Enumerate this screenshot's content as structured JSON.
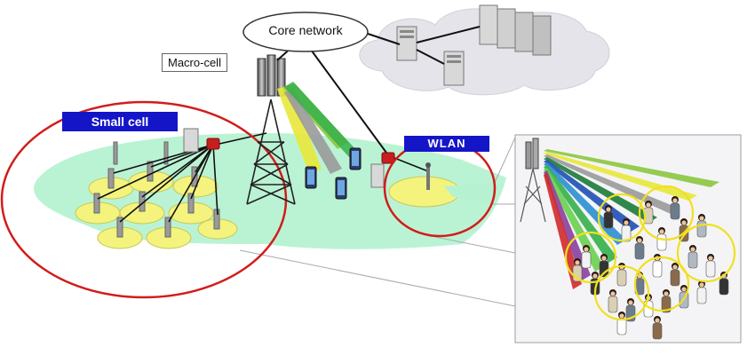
{
  "labels": {
    "core_network": "Core network",
    "macro_cell": "Macro-cell",
    "small_cell": "Small cell",
    "wlan": "WLAN"
  },
  "colors": {
    "coverage_fill": "#b6f2d2",
    "small_cell_ring": "#d21c1c",
    "label_badge": "#1515c8",
    "zone_fill": "#f3f37e",
    "cloud": "#e4e4ea",
    "router": "#c81e1e",
    "beam_colors": [
      "#8cc63f",
      "#e8e838",
      "#9a9a9a",
      "#1c7b3a",
      "#1f4fb4",
      "#2a8fd0",
      "#35b04a",
      "#6ad050",
      "#8a3fa0",
      "#d12a2a"
    ]
  },
  "icons": [
    "tower-icon",
    "server-icon",
    "router-icon",
    "smartphone-icon",
    "antenna-icon",
    "access-point-icon",
    "cloud-icon"
  ]
}
